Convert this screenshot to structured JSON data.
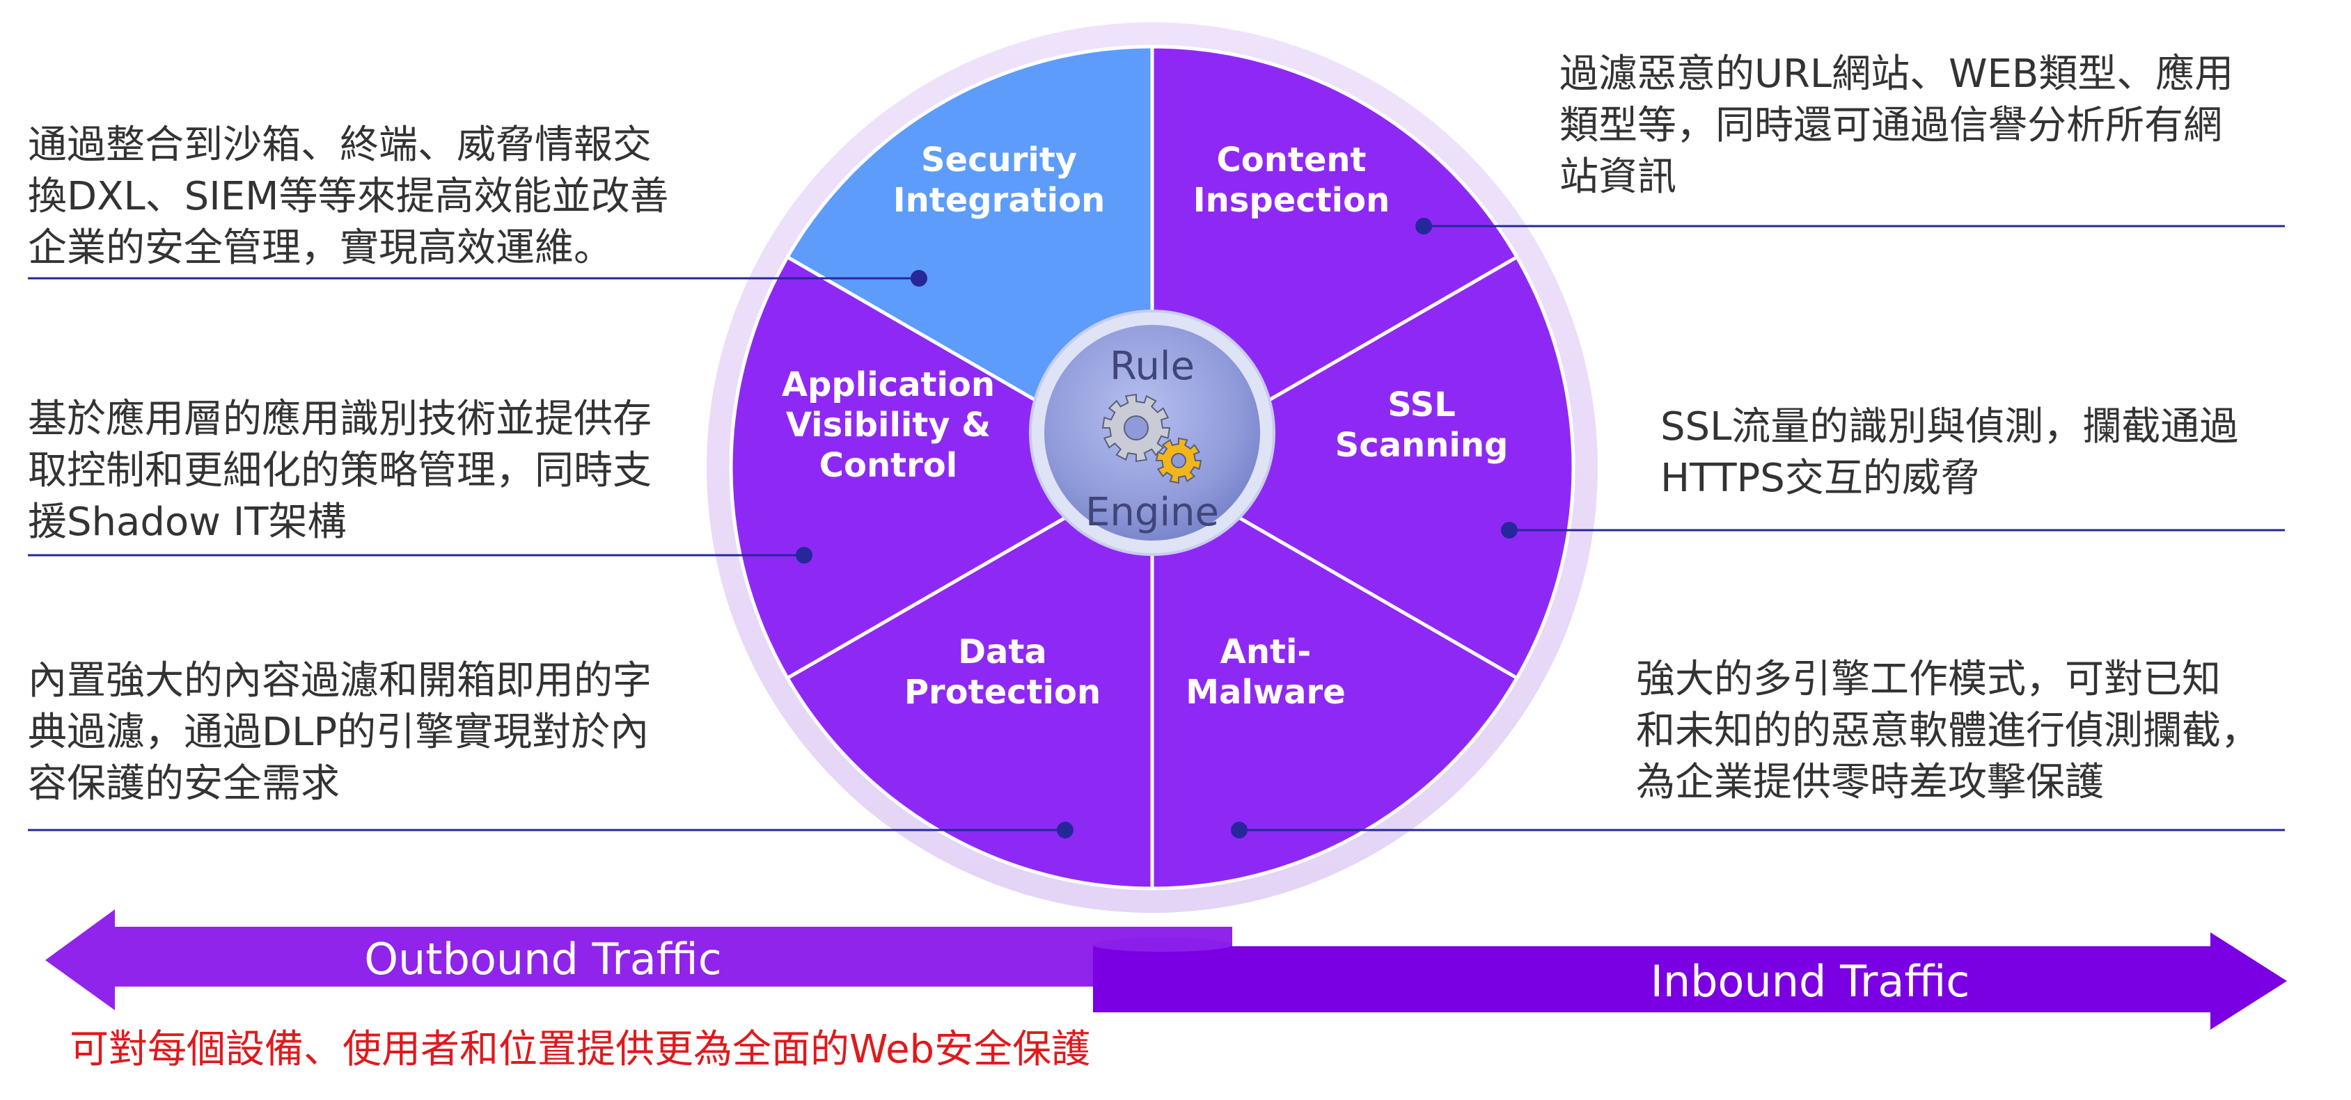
{
  "engine": {
    "line1": "Rule",
    "line2": "Engine",
    "icon": "gears-icon"
  },
  "segments": [
    {
      "id": "security",
      "lines": [
        "Security",
        "Integration"
      ]
    },
    {
      "id": "content",
      "lines": [
        "Content",
        "Inspection"
      ]
    },
    {
      "id": "ssl",
      "lines": [
        "SSL",
        "Scanning"
      ]
    },
    {
      "id": "antimalware",
      "lines": [
        "Anti-",
        "Malware"
      ]
    },
    {
      "id": "dataprotection",
      "lines": [
        "Data",
        "Protection"
      ]
    },
    {
      "id": "appvisibility",
      "lines": [
        "Application",
        "Visibility &",
        "Control"
      ]
    }
  ],
  "descriptions": {
    "security": "通過整合到沙箱、終端、威脅情報交\n換DXL、SIEM等等來提高效能並改善\n企業的安全管理，實現高效運維。",
    "appvisibility": "基於應用層的應用識別技術並提供存\n取控制和更細化的策略管理，同時支\n援Shadow IT架構",
    "dataprotection": "內置強大的內容過濾和開箱即用的字\n典過濾，通過DLP的引擎實現對於內\n容保護的安全需求",
    "content": "過濾惡意的URL網站、WEB類型、應用\n類型等，同時還可通過信譽分析所有網\n站資訊",
    "ssl": "SSL流量的識別與偵測，攔截通過\nHTTPS交互的威脅",
    "antimalware": "強大的多引擎工作模式，可對已知\n和未知的的惡意軟體進行偵測攔截，\n為企業提供零時差攻擊保護"
  },
  "arrows": {
    "outbound": "Outbound Traffic",
    "inbound": "Inbound Traffic"
  },
  "footer": "可對每個設備、使用者和位置提供更為全面的Web安全保護",
  "colors": {
    "segment_blue": "#5d9cfa",
    "segment_purple": "#8e29f5",
    "divider": "#ffffff",
    "ring": "#eadcf8",
    "hub": "#8a96d8",
    "leader_line": "#26279b",
    "arrow_out": "#9024ea",
    "arrow_in": "#7a00e3",
    "footer_text": "#e0191c",
    "description_text": "#333333"
  }
}
